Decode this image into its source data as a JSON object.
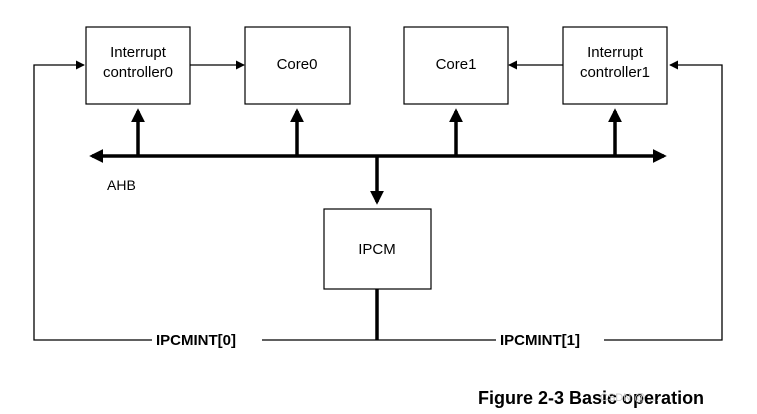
{
  "blocks": {
    "interrupt_controller0": [
      "Interrupt",
      "controller0"
    ],
    "core0": "Core0",
    "core1": "Core1",
    "interrupt_controller1": [
      "Interrupt",
      "controller1"
    ],
    "ipcm": "IPCM"
  },
  "bus": {
    "label": "AHB"
  },
  "signals": {
    "ipcmint0": "IPCMINT[0]",
    "ipcmint1": "IPCMINT[1]"
  },
  "caption": "Figure 2-3 Basic operation",
  "watermark": "CSDN @ …"
}
